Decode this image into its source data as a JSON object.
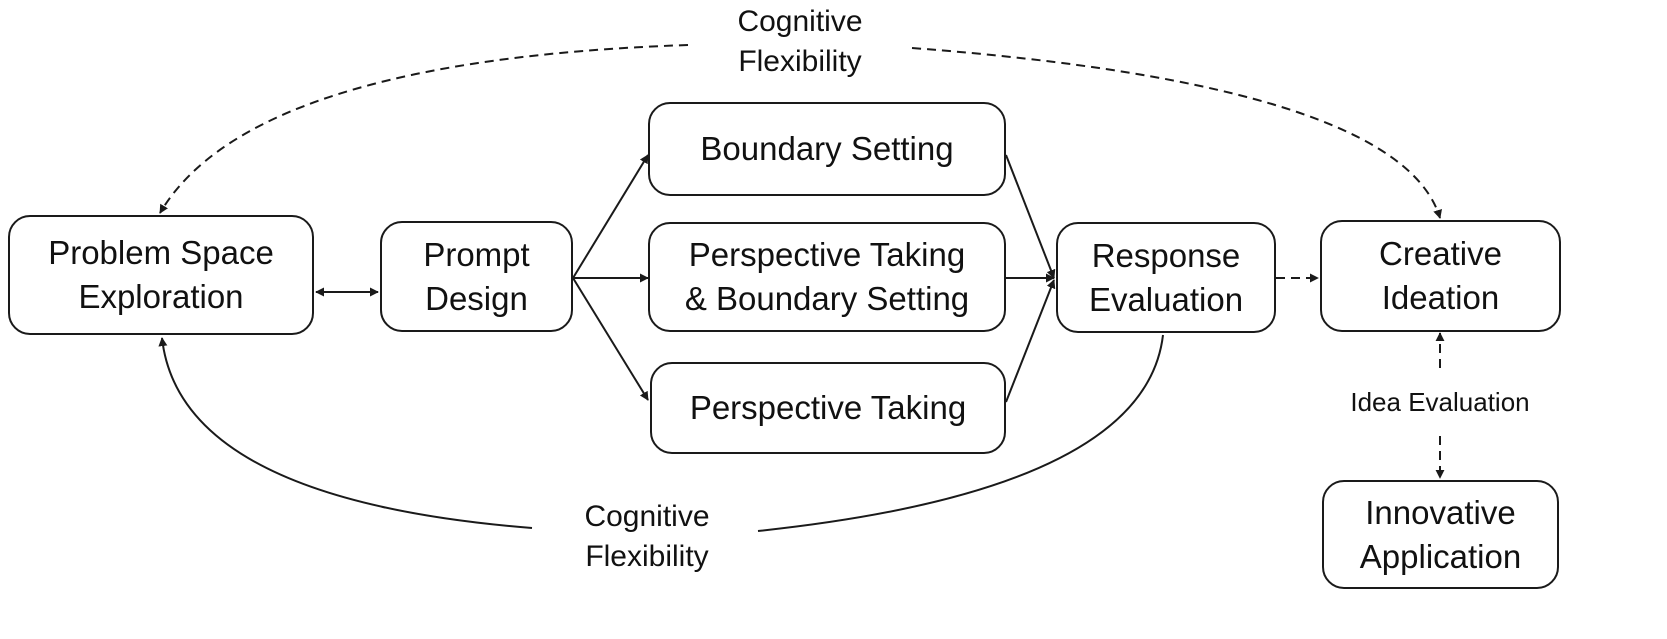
{
  "nodes": {
    "problem_space": "Problem Space\nExploration",
    "prompt_design": "Prompt\nDesign",
    "boundary_setting": "Boundary Setting",
    "perspective_boundary": "Perspective Taking\n& Boundary Setting",
    "perspective_taking": "Perspective Taking",
    "response_evaluation": "Response\nEvaluation",
    "creative_ideation": "Creative\nIdeation",
    "innovative_application": "Innovative\nApplication"
  },
  "labels": {
    "cognitive_flexibility_top": "Cognitive\nFlexibility",
    "cognitive_flexibility_bottom": "Cognitive\nFlexibility",
    "idea_evaluation": "Idea Evaluation"
  },
  "colors": {
    "stroke": "#1a1a1a",
    "background": "#ffffff"
  }
}
